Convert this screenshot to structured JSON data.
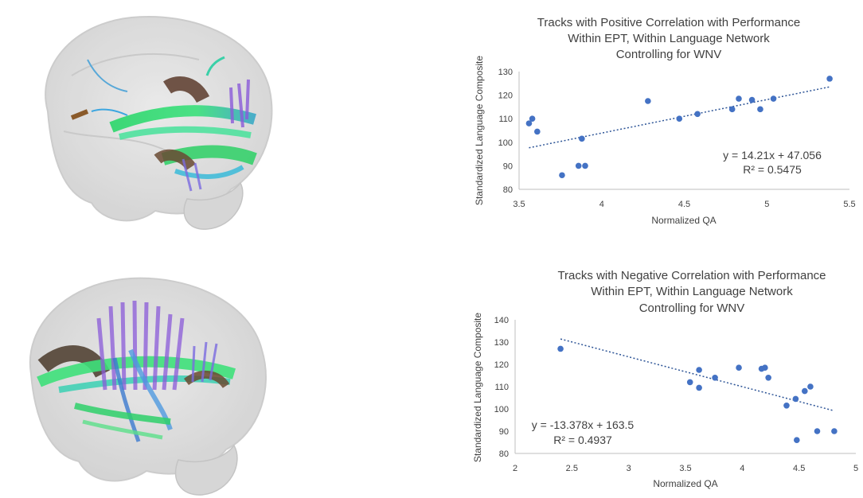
{
  "chart_data": [
    {
      "type": "scatter",
      "title": [
        "Tracks with Positive Correlation with Performance",
        "Within EPT, Within Language Network",
        "Controlling for WNV"
      ],
      "xlabel": "Normalized QA",
      "ylabel": "Standardized Language Composite",
      "xlim": [
        3.5,
        5.5
      ],
      "ylim": [
        80,
        130
      ],
      "xticks": [
        3.5,
        4,
        4.5,
        5,
        5.5
      ],
      "xtick_labels": [
        "3.5",
        "4",
        "4.5",
        "5",
        "5.5"
      ],
      "yticks": [
        80,
        90,
        100,
        110,
        120,
        130
      ],
      "ytick_labels": [
        "80",
        "90",
        "100",
        "110",
        "120",
        "130"
      ],
      "grid": false,
      "series": [
        {
          "color": "#4472c4",
          "points": [
            [
              3.56,
              108
            ],
            [
              3.58,
              110
            ],
            [
              3.61,
              104.5
            ],
            [
              3.76,
              86
            ],
            [
              3.86,
              90
            ],
            [
              3.88,
              101.5
            ],
            [
              3.9,
              90
            ],
            [
              4.28,
              117.5
            ],
            [
              4.47,
              110
            ],
            [
              4.58,
              112
            ],
            [
              4.79,
              114
            ],
            [
              4.83,
              118.5
            ],
            [
              4.91,
              118
            ],
            [
              4.96,
              114
            ],
            [
              5.04,
              118.5
            ],
            [
              5.38,
              127
            ]
          ]
        }
      ],
      "trendline": {
        "type": "linear",
        "slope": 14.21,
        "intercept": 47.056,
        "x_range": [
          3.56,
          5.38
        ],
        "color": "#2e5597",
        "equation": "y = 14.21x + 47.056",
        "r2": "R² = 0.5475"
      }
    },
    {
      "type": "scatter",
      "title": [
        "Tracks with Negative Correlation with Performance",
        "Within EPT, Within Language Network",
        "Controlling for WNV"
      ],
      "xlabel": "Normalized QA",
      "ylabel": "Standardized Language Composite",
      "xlim": [
        2,
        5
      ],
      "ylim": [
        80,
        140
      ],
      "xticks": [
        2,
        2.5,
        3,
        3.5,
        4,
        4.5,
        5
      ],
      "xtick_labels": [
        "2",
        "2.5",
        "3",
        "3.5",
        "4",
        "4.5",
        "5"
      ],
      "yticks": [
        80,
        90,
        100,
        110,
        120,
        130,
        140
      ],
      "ytick_labels": [
        "80",
        "90",
        "100",
        "110",
        "120",
        "130",
        "140"
      ],
      "grid": false,
      "series": [
        {
          "color": "#4472c4",
          "points": [
            [
              2.4,
              127
            ],
            [
              3.54,
              112
            ],
            [
              3.62,
              117.5
            ],
            [
              3.62,
              109.5
            ],
            [
              3.76,
              114
            ],
            [
              3.97,
              118.5
            ],
            [
              4.17,
              118
            ],
            [
              4.2,
              118.5
            ],
            [
              4.23,
              114
            ],
            [
              4.39,
              101.5
            ],
            [
              4.47,
              104.5
            ],
            [
              4.48,
              86
            ],
            [
              4.55,
              108
            ],
            [
              4.6,
              110
            ],
            [
              4.66,
              90
            ],
            [
              4.81,
              90
            ]
          ]
        }
      ],
      "trendline": {
        "type": "linear",
        "slope": -13.378,
        "intercept": 163.5,
        "x_range": [
          2.4,
          4.81
        ],
        "color": "#2e5597",
        "equation": "y = -13.378x + 163.5",
        "r2": "R² = 0.4937"
      }
    }
  ]
}
